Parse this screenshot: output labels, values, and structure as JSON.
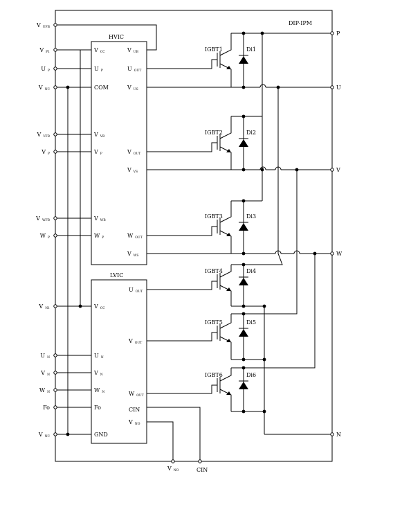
{
  "title": "DIP-IPM",
  "hvic": {
    "name": "HVIC",
    "left_pins": [
      {
        "main": "V",
        "sub": "CC"
      },
      {
        "main": "U",
        "sub": "P"
      },
      {
        "main": "COM",
        "sub": ""
      },
      {
        "main": "V",
        "sub": "VB"
      },
      {
        "main": "V",
        "sub": "P"
      },
      {
        "main": "V",
        "sub": "WB"
      },
      {
        "main": "W",
        "sub": "P"
      }
    ],
    "right_pins": [
      {
        "main": "V",
        "sub": "UB"
      },
      {
        "main": "U",
        "sub": "OUT"
      },
      {
        "main": "V",
        "sub": "US"
      },
      {
        "main": "V",
        "sub": "OUT"
      },
      {
        "main": "V",
        "sub": "VS"
      },
      {
        "main": "W",
        "sub": "OUT"
      },
      {
        "main": "V",
        "sub": "WS"
      }
    ]
  },
  "lvic": {
    "name": "LVIC",
    "left_pins": [
      {
        "main": "V",
        "sub": "CC"
      },
      {
        "main": "U",
        "sub": "N"
      },
      {
        "main": "V",
        "sub": "N"
      },
      {
        "main": "W",
        "sub": "N"
      },
      {
        "main": "Fo",
        "sub": ""
      },
      {
        "main": "GND",
        "sub": ""
      }
    ],
    "right_pins": [
      {
        "main": "U",
        "sub": "OUT"
      },
      {
        "main": "V",
        "sub": "OUT"
      },
      {
        "main": "W",
        "sub": "OUT"
      },
      {
        "main": "CIN",
        "sub": ""
      },
      {
        "main": "V",
        "sub": "NO"
      }
    ]
  },
  "external_left": [
    {
      "main": "V",
      "sub": "UFB"
    },
    {
      "main": "V",
      "sub": "P1"
    },
    {
      "main": "U",
      "sub": "P"
    },
    {
      "main": "V",
      "sub": "NC"
    },
    {
      "main": "V",
      "sub": "VFB"
    },
    {
      "main": "V",
      "sub": "P"
    },
    {
      "main": "V",
      "sub": "WFB"
    },
    {
      "main": "W",
      "sub": "P"
    },
    {
      "main": "V",
      "sub": "N1"
    },
    {
      "main": "U",
      "sub": "N"
    },
    {
      "main": "V",
      "sub": "N"
    },
    {
      "main": "W",
      "sub": "N"
    },
    {
      "main": "Fo",
      "sub": ""
    },
    {
      "main": "V",
      "sub": "NC"
    }
  ],
  "external_right": [
    "P",
    "U",
    "V",
    "W",
    "N"
  ],
  "external_bottom": [
    {
      "main": "V",
      "sub": "NO"
    },
    {
      "main": "CIN",
      "sub": ""
    }
  ],
  "igbts": [
    "IGBT1",
    "IGBT2",
    "IGBT3",
    "IGBT4",
    "IGBT5",
    "IGBT6"
  ],
  "diodes": [
    "Di1",
    "Di2",
    "Di3",
    "Di4",
    "Di5",
    "Di6"
  ]
}
